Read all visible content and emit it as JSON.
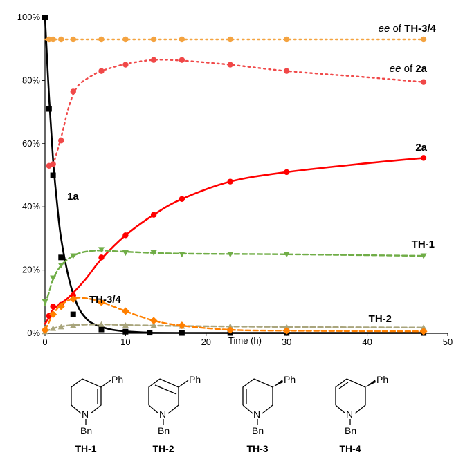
{
  "chart_data": {
    "type": "scatter",
    "xlabel": "Time (h)",
    "ylabel": "",
    "xlim": [
      0,
      50
    ],
    "ylim": [
      0,
      100
    ],
    "x_ticks": [
      0,
      10,
      20,
      30,
      40,
      50
    ],
    "y_ticks": [
      0,
      20,
      40,
      60,
      80,
      100
    ],
    "y_tick_labels": [
      "0%",
      "20%",
      "40%",
      "60%",
      "80%",
      "100%"
    ],
    "grid": false,
    "legend": "none",
    "series": [
      {
        "name": "1a",
        "color": "#000000",
        "marker": "square",
        "line": "solid",
        "points": [
          [
            0,
            100
          ],
          [
            0.5,
            71
          ],
          [
            1,
            50
          ],
          [
            2,
            24
          ],
          [
            3.5,
            6
          ],
          [
            7,
            1.2
          ],
          [
            10,
            0.5
          ],
          [
            13,
            0.2
          ],
          [
            17,
            0.1
          ],
          [
            23,
            0.1
          ],
          [
            30,
            0.1
          ],
          [
            47,
            0.1
          ]
        ],
        "curve": [
          [
            0,
            100
          ],
          [
            0.5,
            75
          ],
          [
            1,
            55
          ],
          [
            1.5,
            41
          ],
          [
            2,
            30
          ],
          [
            3,
            17
          ],
          [
            4,
            9
          ],
          [
            5,
            5
          ],
          [
            6,
            3
          ],
          [
            8,
            1.3
          ],
          [
            10,
            0.6
          ],
          [
            13,
            0.2
          ],
          [
            17,
            0.1
          ],
          [
            47,
            0.1
          ]
        ]
      },
      {
        "name": "2a",
        "color": "#ff0000",
        "marker": "circle",
        "line": "solid",
        "points": [
          [
            0.5,
            5.5
          ],
          [
            1,
            8.5
          ],
          [
            2,
            9
          ],
          [
            3.5,
            12
          ],
          [
            7,
            24
          ],
          [
            10,
            31
          ],
          [
            13.5,
            37.5
          ],
          [
            17,
            42.5
          ],
          [
            23,
            48
          ],
          [
            30,
            51
          ],
          [
            47,
            55.5
          ]
        ],
        "curve": [
          [
            0,
            3
          ],
          [
            0.5,
            5
          ],
          [
            1,
            7.5
          ],
          [
            2,
            9.5
          ],
          [
            3,
            11.5
          ],
          [
            5,
            17
          ],
          [
            7,
            23.5
          ],
          [
            10,
            31
          ],
          [
            13.5,
            37.5
          ],
          [
            17,
            42.5
          ],
          [
            23,
            48
          ],
          [
            30,
            51
          ],
          [
            40,
            53.8
          ],
          [
            47,
            55.5
          ]
        ]
      },
      {
        "name": "TH-1",
        "color": "#70ad47",
        "marker": "triangle-down",
        "line": "dashed",
        "points": [
          [
            0,
            10
          ],
          [
            1,
            17.5
          ],
          [
            2,
            21.5
          ],
          [
            3.5,
            24.5
          ],
          [
            7,
            26.5
          ],
          [
            10,
            25.5
          ],
          [
            13.5,
            25.5
          ],
          [
            17,
            25
          ],
          [
            23,
            25
          ],
          [
            30,
            25
          ],
          [
            47,
            24.5
          ]
        ],
        "curve": [
          [
            0,
            9
          ],
          [
            0.5,
            13
          ],
          [
            1,
            17
          ],
          [
            2,
            21.5
          ],
          [
            3.5,
            24.5
          ],
          [
            5,
            25.8
          ],
          [
            7,
            26.2
          ],
          [
            10,
            25.8
          ],
          [
            17,
            25.2
          ],
          [
            30,
            25
          ],
          [
            47,
            24.5
          ]
        ]
      },
      {
        "name": "TH-2",
        "color": "#a9a57c",
        "marker": "triangle-up",
        "line": "dashed",
        "points": [
          [
            0,
            0.5
          ],
          [
            1,
            1.5
          ],
          [
            2,
            2
          ],
          [
            3.5,
            2.5
          ],
          [
            7,
            2.8
          ],
          [
            10,
            2.5
          ],
          [
            13.5,
            2.5
          ],
          [
            17,
            2.2
          ],
          [
            23,
            2.2
          ],
          [
            30,
            2
          ],
          [
            47,
            1.8
          ]
        ],
        "curve": [
          [
            0,
            0.5
          ],
          [
            1,
            1.5
          ],
          [
            2,
            2.1
          ],
          [
            3.5,
            2.6
          ],
          [
            7,
            2.8
          ],
          [
            10,
            2.6
          ],
          [
            17,
            2.3
          ],
          [
            30,
            2
          ],
          [
            47,
            1.8
          ]
        ]
      },
      {
        "name": "TH-3/4",
        "color": "#ff8000",
        "marker": "diamond",
        "line": "dashed",
        "points": [
          [
            0,
            1
          ],
          [
            1,
            6
          ],
          [
            2,
            8.5
          ],
          [
            3.5,
            10.8
          ],
          [
            7,
            9.8
          ],
          [
            10,
            7
          ],
          [
            13.5,
            4
          ],
          [
            17,
            2.5
          ],
          [
            23,
            1
          ],
          [
            30,
            0.8
          ],
          [
            47,
            0.6
          ]
        ],
        "curve": [
          [
            0,
            1
          ],
          [
            0.5,
            3.5
          ],
          [
            1,
            6
          ],
          [
            2,
            9
          ],
          [
            3.5,
            11
          ],
          [
            5,
            11.1
          ],
          [
            7,
            9.9
          ],
          [
            10,
            7
          ],
          [
            13.5,
            4
          ],
          [
            17,
            2.4
          ],
          [
            23,
            1.1
          ],
          [
            30,
            0.8
          ],
          [
            47,
            0.6
          ]
        ]
      },
      {
        "name": "ee of 2a",
        "color": "#f04848",
        "marker": "circle",
        "line": "dotted",
        "points": [
          [
            0.5,
            53
          ],
          [
            1,
            53.5
          ],
          [
            2,
            61
          ],
          [
            3.5,
            76.5
          ],
          [
            7,
            83
          ],
          [
            10,
            85
          ],
          [
            13.5,
            86.5
          ],
          [
            17,
            86.5
          ],
          [
            23,
            85
          ],
          [
            30,
            83
          ],
          [
            47,
            79.5
          ]
        ],
        "curve": [
          [
            0.5,
            53
          ],
          [
            1,
            53.5
          ],
          [
            2,
            62
          ],
          [
            3,
            72
          ],
          [
            4,
            78
          ],
          [
            5.5,
            81
          ],
          [
            7,
            83
          ],
          [
            10,
            85.2
          ],
          [
            13.5,
            86.5
          ],
          [
            17,
            86.3
          ],
          [
            23,
            85
          ],
          [
            30,
            83
          ],
          [
            40,
            81
          ],
          [
            47,
            79.5
          ]
        ]
      },
      {
        "name": "ee of TH-3/4",
        "color": "#f4a340",
        "marker": "circle",
        "line": "dotted",
        "points": [
          [
            0.5,
            93
          ],
          [
            1,
            93
          ],
          [
            2,
            93
          ],
          [
            3.5,
            93
          ],
          [
            7,
            93
          ],
          [
            10,
            93
          ],
          [
            13.5,
            93
          ],
          [
            17,
            93
          ],
          [
            23,
            93
          ],
          [
            30,
            93
          ],
          [
            47,
            93
          ]
        ],
        "curve": [
          [
            0,
            93
          ],
          [
            47,
            93
          ]
        ]
      }
    ],
    "annotations": [
      {
        "id": "ee-th34",
        "prefix": "ee",
        "text": " of ",
        "bold": "TH-3/4",
        "color": "#000000"
      },
      {
        "id": "ee-2a",
        "prefix": "ee",
        "text": " of ",
        "bold": "2a",
        "color": "#000000"
      },
      {
        "id": "lbl-2a",
        "prefix": "",
        "text": "",
        "bold": "2a",
        "color": "#000000"
      },
      {
        "id": "lbl-1a",
        "prefix": "",
        "text": "",
        "bold": "1a",
        "color": "#000000"
      },
      {
        "id": "lbl-th1",
        "prefix": "",
        "text": "",
        "bold": "TH-1",
        "color": "#000000"
      },
      {
        "id": "lbl-th34",
        "prefix": "",
        "text": "",
        "bold": "TH-3/4",
        "color": "#000000"
      },
      {
        "id": "lbl-th2",
        "prefix": "",
        "text": "",
        "bold": "TH-2",
        "color": "#000000"
      }
    ]
  },
  "structures": [
    {
      "id": "TH-1",
      "label": "TH-1",
      "substituent": "Ph",
      "heteroatom": "N",
      "n_group": "Bn"
    },
    {
      "id": "TH-2",
      "label": "TH-2",
      "substituent": "Ph",
      "heteroatom": "N",
      "n_group": "Bn"
    },
    {
      "id": "TH-3",
      "label": "TH-3",
      "substituent": "Ph",
      "heteroatom": "N",
      "n_group": "Bn"
    },
    {
      "id": "TH-4",
      "label": "TH-4",
      "substituent": "Ph",
      "heteroatom": "N",
      "n_group": "Bn"
    }
  ]
}
